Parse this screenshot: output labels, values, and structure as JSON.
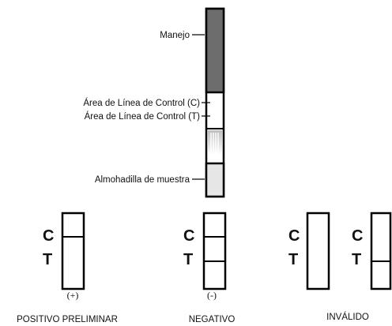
{
  "strip": {
    "labels": {
      "handle": "Manejo",
      "control_c": "Área de Línea de Control (C)",
      "control_t": "Área de Línea de Control (T)",
      "sample_pad": "Almohadilla de muestra"
    }
  },
  "results": [
    {
      "c": "C",
      "t": "T",
      "sign": "(+)",
      "caption": "POSITIVO PRELIMINAR"
    },
    {
      "c": "C",
      "t": "T",
      "sign": "(-)",
      "caption": "NEGATIVO"
    },
    {
      "c": "C",
      "t": "T",
      "caption": "INVÁLIDO"
    },
    {
      "c": "C",
      "t": "T"
    }
  ],
  "colors": {
    "handle_fill": "#6d6d6d",
    "pad_fill": "#e6e6e6",
    "line": "#000000"
  }
}
